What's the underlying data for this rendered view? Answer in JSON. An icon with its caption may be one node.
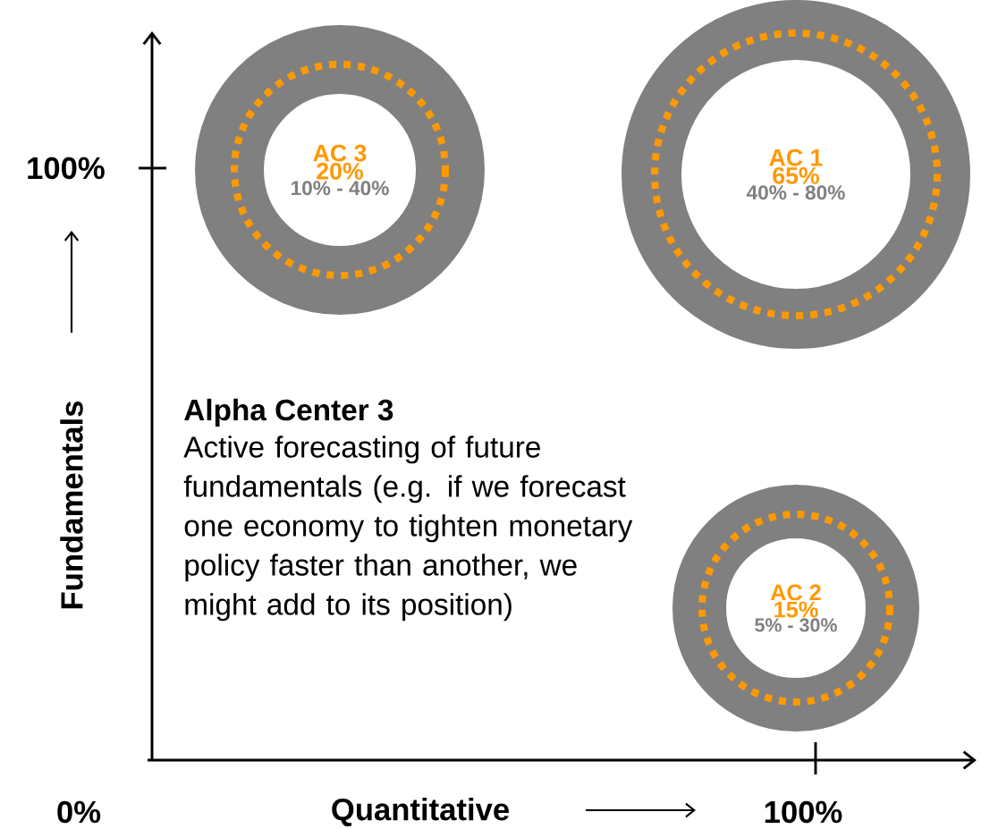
{
  "diagram": {
    "nodes": [
      {
        "text": [
          "AC 3",
          "20%",
          "10% - 40%"
        ]
      },
      {
        "text": [
          "AC 1",
          "65%",
          "40% - 80%"
        ]
      },
      {
        "text": [
          "AC 2",
          "15%",
          "5% - 30%"
        ]
      }
    ],
    "labels": [
      "100%",
      "Fundamentals",
      "Alpha Center 3",
      "Active forecasting of future fundamentals (e.g. if we forecast one economy to tighten monetary policy faster than another, we might add to its position)",
      "0%",
      "Quantitative",
      "100%"
    ]
  }
}
